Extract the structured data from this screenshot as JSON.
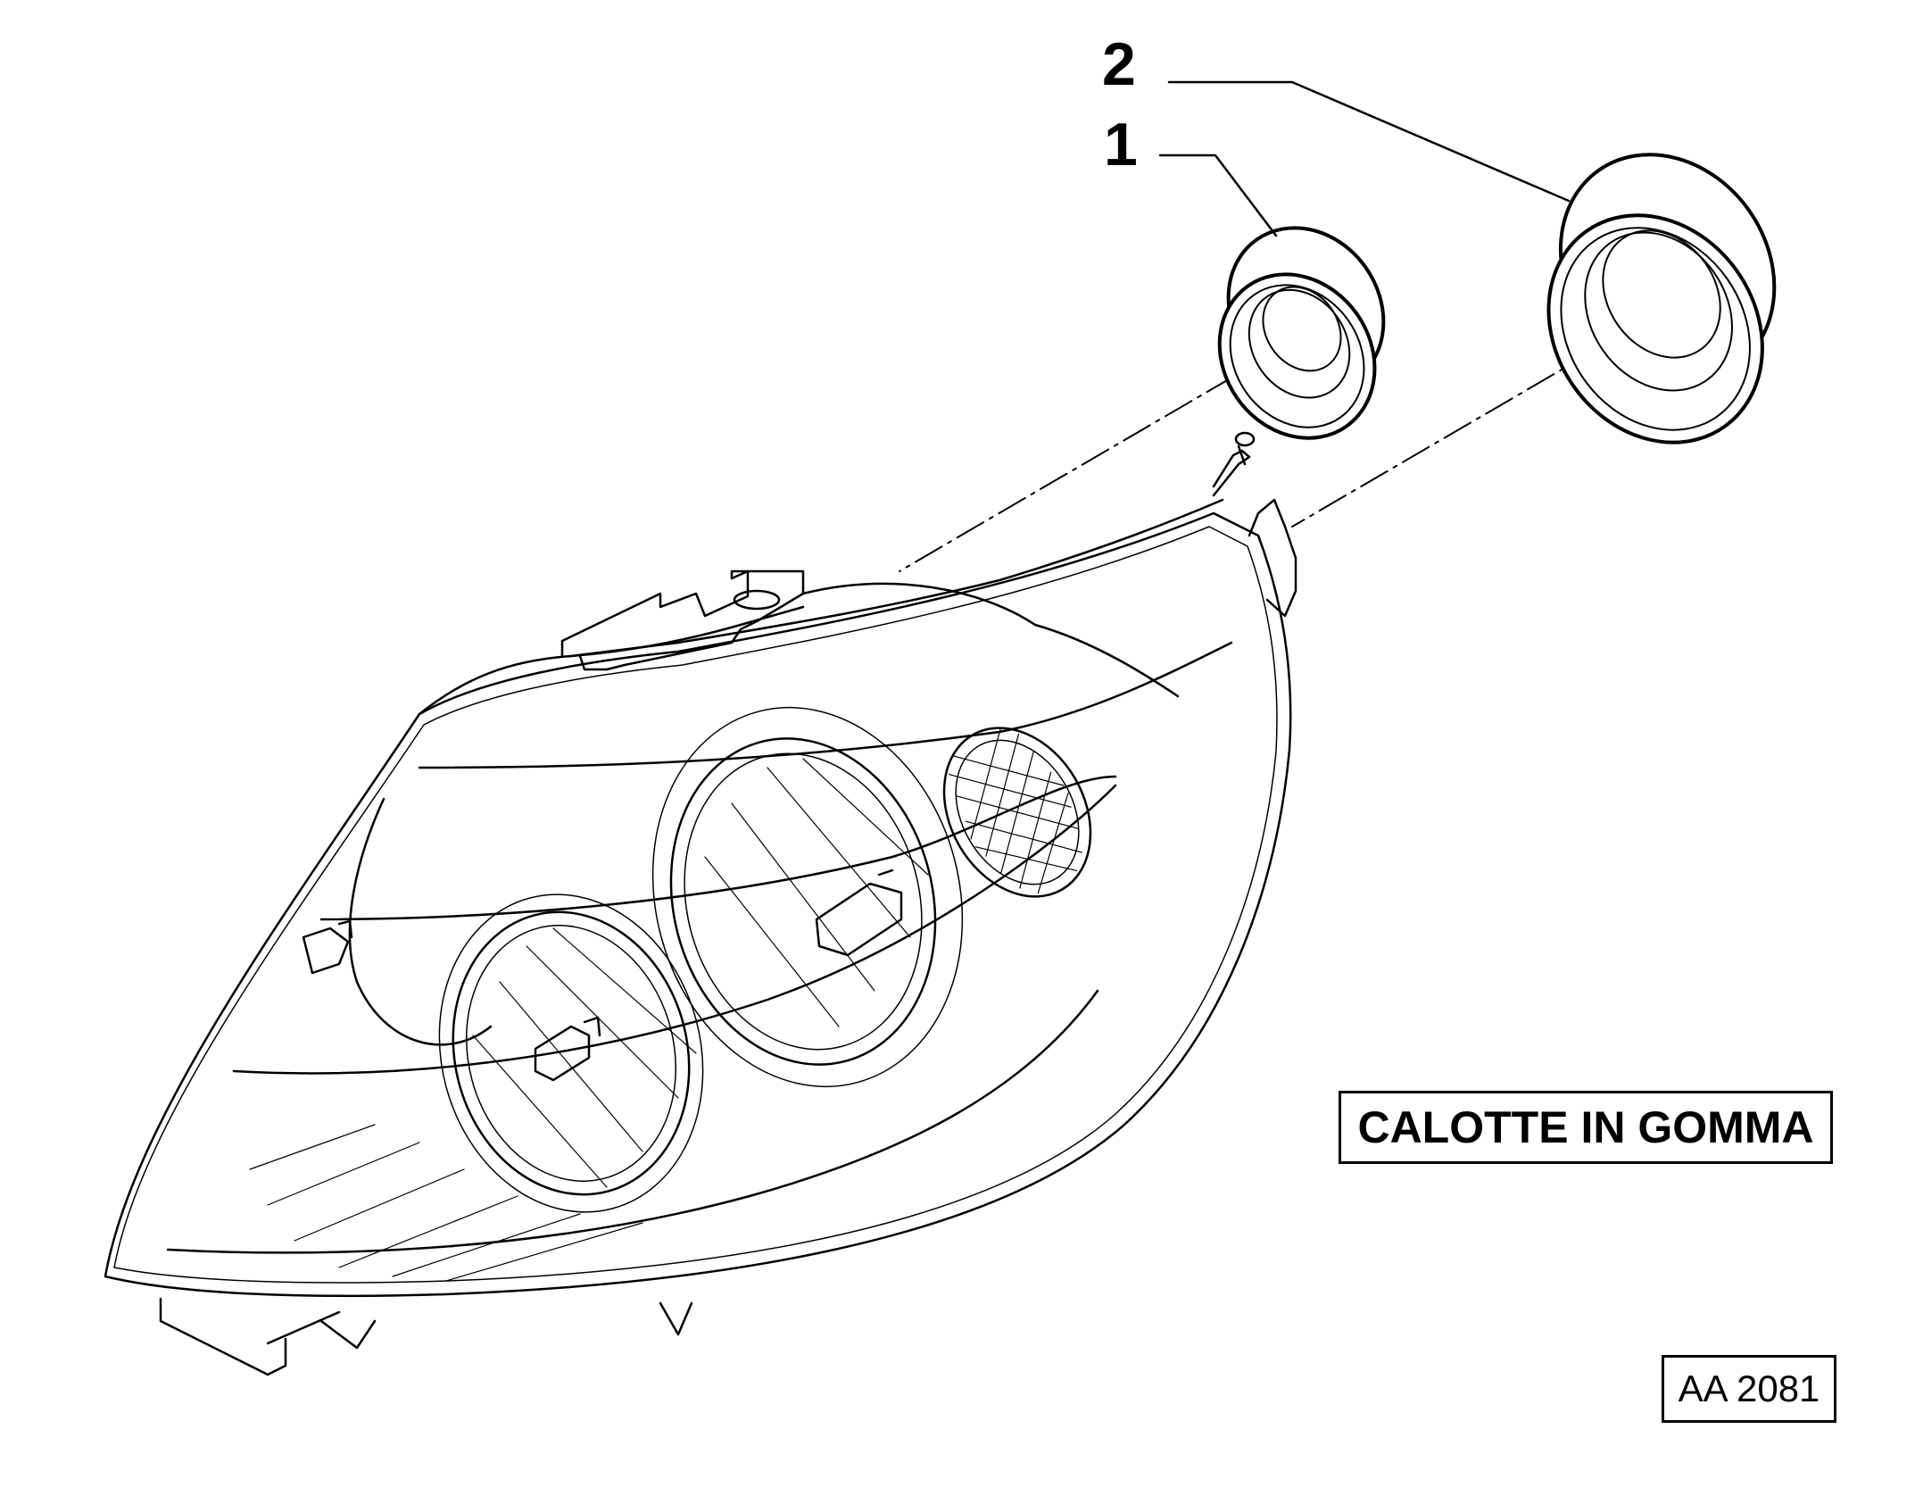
{
  "callouts": {
    "item_1": "1",
    "item_2": "2"
  },
  "caption": "CALOTTE IN GOMMA",
  "drawing_code": "AA 2081",
  "colors": {
    "line": "#000000",
    "background": "#ffffff"
  }
}
